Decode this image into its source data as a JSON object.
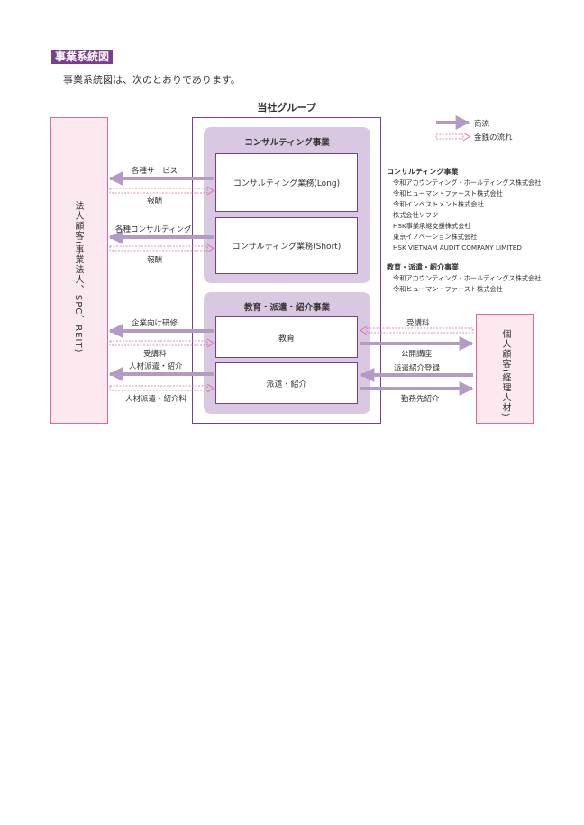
{
  "heading": "事業系統図",
  "intro": "事業系統図は、次のとおりであります。",
  "group": {
    "title": "当社グループ",
    "consulting": {
      "title": "コンサルティング事業",
      "long_label": "コンサルティング業務(Long)",
      "short_label": "コンサルティング業務(Short)"
    },
    "education": {
      "title": "教育・派遣・紹介事業",
      "edu_label": "教育",
      "dispatch_label": "派遣・紹介"
    }
  },
  "corporate": {
    "label": "法人顧客(事業法人、SPC、REIT)"
  },
  "individual": {
    "label": "個人顧客(経理人材)"
  },
  "legend": {
    "commerce": "商流",
    "money": "金銭の流れ"
  },
  "flows": {
    "services": "各種サービス",
    "fee1": "報酬",
    "consulting": "各種コンサルティング",
    "fee2": "報酬",
    "training": "企業向け研修",
    "tuition_left": "受講料",
    "staffing": "人材派遣・紹介",
    "staffing_fee": "人材派遣・紹介料",
    "tuition_right": "受講料",
    "public_course": "公開講座",
    "registration": "派遣紹介登録",
    "job_intro": "勤務先紹介"
  },
  "companies": {
    "consulting_title": "コンサルティング事業",
    "consulting_list": [
      "令和アカウンティング・ホールディングス株式会社",
      "令和ヒューマン・ファースト株式会社",
      "令和インベストメント株式会社",
      "株式会社ソフツ",
      "HSK事業承継支援株式会社",
      "東京イノベーション株式会社",
      "HSK VIETNAM AUDIT COMPANY LIMITED"
    ],
    "education_title": "教育・派遣・紹介事業",
    "education_list": [
      "令和アカウンティング・ホールディングス株式会社",
      "令和ヒューマン・ファースト株式会社"
    ]
  },
  "colors": {
    "accent": "#7a3e8e",
    "section_bg": "#d9c8e2",
    "arrow": "#b39bc6",
    "customer_border": "#e06a96",
    "customer_bg": "#fce8ef"
  }
}
